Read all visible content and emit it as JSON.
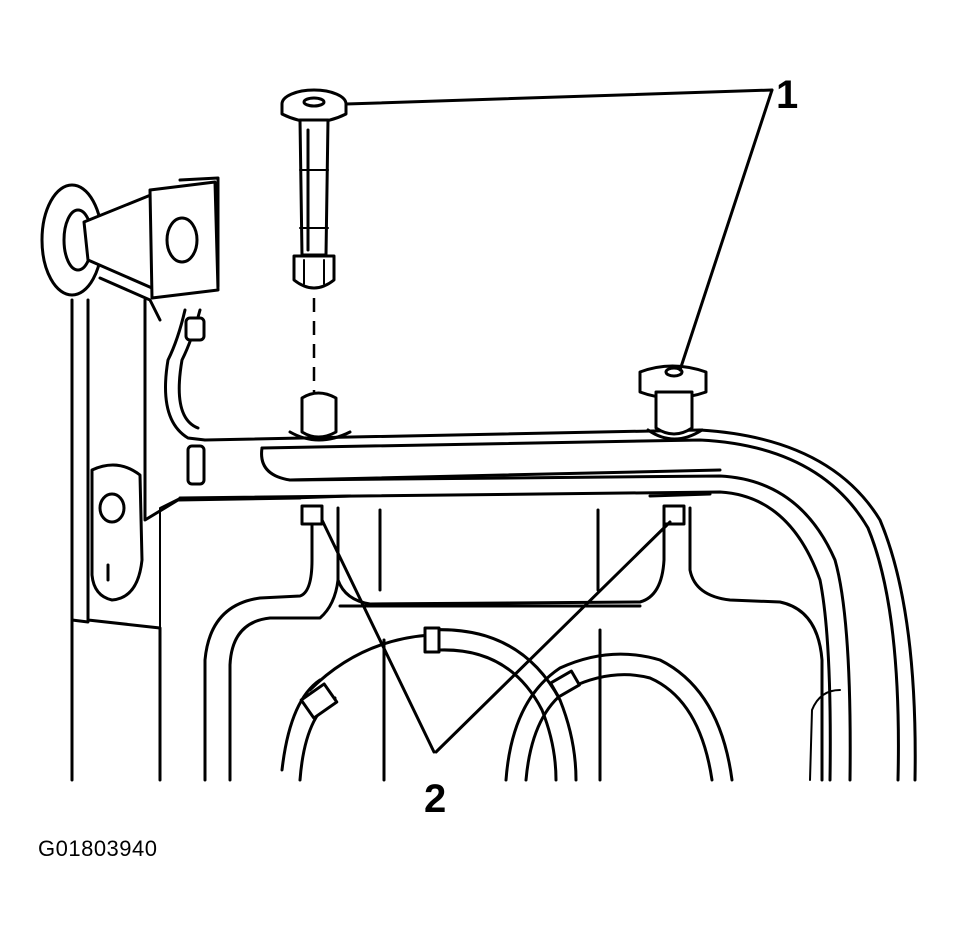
{
  "callouts": [
    {
      "id": "1",
      "label": "1"
    },
    {
      "id": "2",
      "label": "2"
    }
  ],
  "figure_id": "G01803940"
}
